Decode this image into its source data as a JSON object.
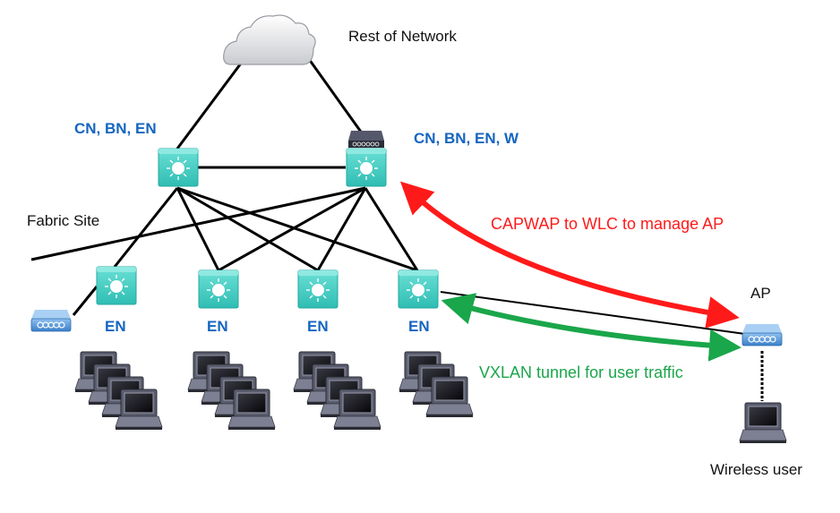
{
  "title_cloud": "Rest of Network",
  "labels": {
    "core_left": "CN,  BN, EN",
    "core_right": "CN,  BN, EN, W",
    "fabric_site": "Fabric Site",
    "edge": [
      "EN",
      "EN",
      "EN",
      "EN"
    ],
    "ap": "AP",
    "wireless_user": "Wireless user",
    "capwap": "CAPWAP to WLC to manage AP",
    "vxlan": "VXLAN tunnel for user traffic"
  },
  "colors": {
    "node_label": "#1565c0",
    "capwap": "#ff1a1a",
    "vxlan": "#1aa64a",
    "switch": "#3fcfc4",
    "ap": "#4a90d9"
  },
  "laptop_groups": [
    4,
    4,
    4,
    3
  ],
  "icons": {
    "cloud": "cloud-icon",
    "switch": "l3-switch-icon",
    "wlc": "wireless-controller-icon",
    "ap": "access-point-icon",
    "laptop": "laptop-icon"
  }
}
